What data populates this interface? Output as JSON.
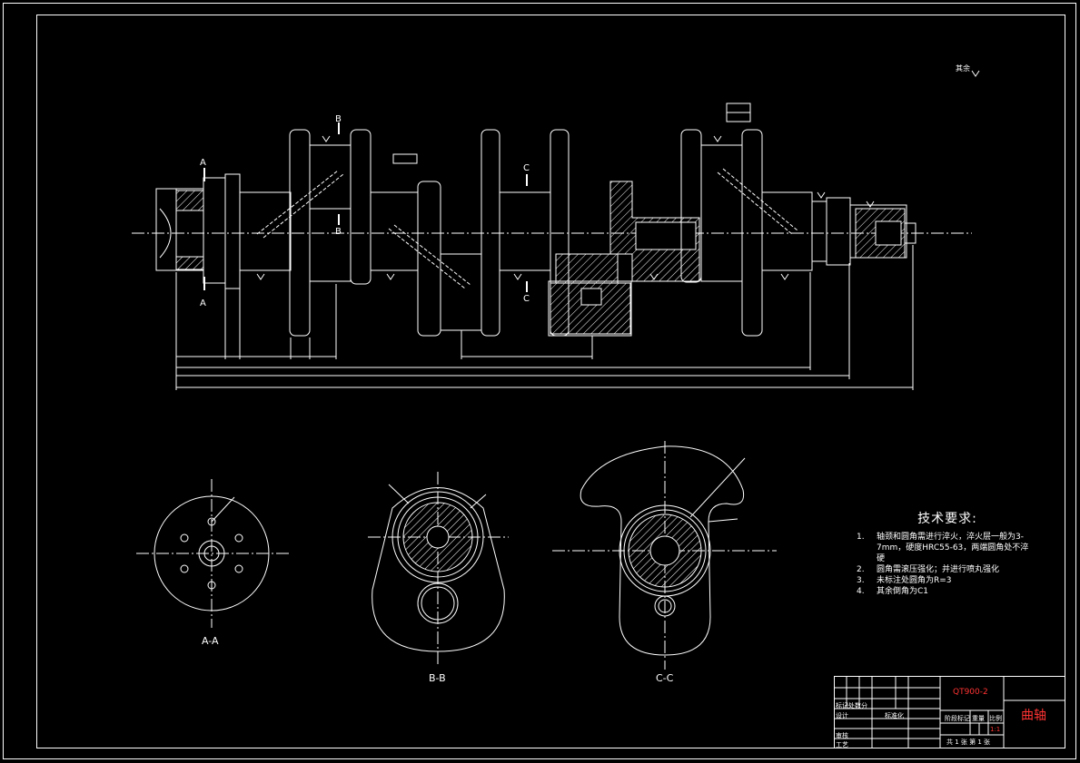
{
  "drawing": {
    "colors": {
      "background": "#000000",
      "line": "#ffffff",
      "centerline": "#ffffff",
      "dimension": "#ffffff",
      "title_accent": "#ff3333"
    },
    "roughness_note": "其余"
  },
  "section_labels": {
    "a_top": "A",
    "a_bottom": "A",
    "b_top": "B",
    "b_mid": "B",
    "c_top": "C",
    "c_bottom": "C",
    "view_aa": "A-A",
    "view_bb": "B-B",
    "view_cc": "C-C"
  },
  "technical_requirements": {
    "title": "技术要求:",
    "items": [
      {
        "num": "1.",
        "text": "轴颈和圆角需进行淬火，淬火层一般为3-7mm，硬度HRC55-63，两端圆角处不淬硬"
      },
      {
        "num": "2.",
        "text": "圆角需滚压强化；并进行喷丸强化"
      },
      {
        "num": "3.",
        "text": "未标注处圆角为R=3"
      },
      {
        "num": "4.",
        "text": "其余倒角为C1"
      }
    ]
  },
  "title_block": {
    "material": "QT900-2",
    "part_name": "曲轴",
    "row_labels": [
      "标记处数分",
      "设计",
      "审核",
      "工艺"
    ],
    "standardization": "标准化",
    "stage_marks": "阶段标记",
    "weight": "重量",
    "scale": "比例",
    "scale_value": "1:1",
    "sheet_info": "共 1 张 第 1 张"
  }
}
